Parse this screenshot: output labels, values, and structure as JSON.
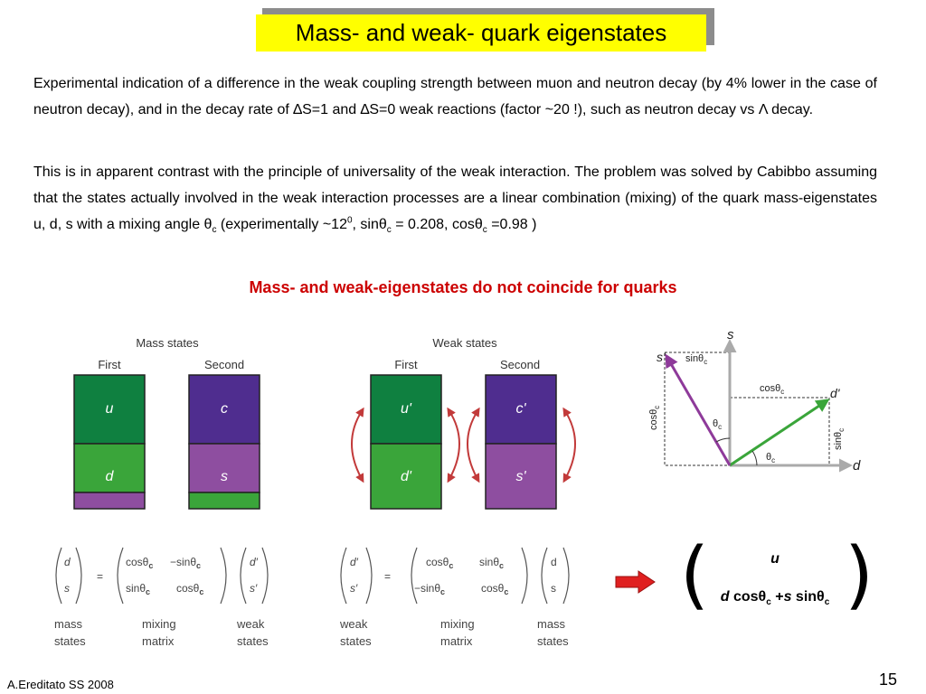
{
  "slide": {
    "title": "Mass- and weak- quark eigenstates",
    "paragraph1": {
      "text_a": "Experimental indication of a difference in the weak coupling strength between muon and neutron decay (by 4% lower in the case of neutron decay), and in the decay rate of ",
      "delta1": "∆S=1",
      "and": " and ",
      "delta0": "∆S=0",
      "text_b": " weak reactions (factor ~20 !), such as neutron decay vs ",
      "lambda": "Λ",
      "text_c": " decay."
    },
    "paragraph2": {
      "text_a": "This is in apparent contrast with the principle of universality of the weak interaction. The problem was solved by Cabibbo assuming that the states actually involved in the weak interaction processes are a linear combination (mixing) of the quark mass-eigenstates u, d, s with a mixing angle ",
      "theta": "θ",
      "sub_c": "c",
      "text_b": " (experimentally ~12",
      "sup0": "0",
      "text_c": ",  sin",
      "text_d": " = 0.208, cos",
      "text_e": " =0.98 )"
    },
    "highlight": "Mass- and weak-eigenstates do not coincide for quarks",
    "footer_author": "A.Ereditato SS 2008",
    "page_number": "15"
  },
  "mass_states": {
    "title": "Mass states",
    "first": "First",
    "second": "Second",
    "u": "u",
    "d": "d",
    "c": "c",
    "s": "s"
  },
  "weak_states": {
    "title": "Weak states",
    "first": "First",
    "second": "Second",
    "u": "u'",
    "d": "d'",
    "c": "c'",
    "s": "s'"
  },
  "rotation": {
    "axis_s": "s",
    "axis_d": "d",
    "s_prime": "s'",
    "d_prime": "d'",
    "sin_top": "sinθ",
    "cos_top": "cosθ",
    "cos_left": "cosθ",
    "sin_right": "sinθ",
    "theta1": "θ",
    "theta2": "θ",
    "sub": "c"
  },
  "matrix1": {
    "lhs_top": "d",
    "lhs_bottom": "s",
    "eq": "=",
    "m11": "cosθ",
    "m12": "−sinθ",
    "m21": "sinθ",
    "m22": "cosθ",
    "sub": "c",
    "rhs_top": "d′",
    "rhs_bottom": "s′",
    "label1": "mass",
    "label1b": "states",
    "label2": "mixing",
    "label2b": "matrix",
    "label3": "weak",
    "label3b": "states"
  },
  "matrix2": {
    "lhs_top": "d′",
    "lhs_bottom": "s′",
    "eq": "=",
    "m11": "cosθ",
    "m12": "sinθ",
    "m21": "−sinθ",
    "m22": "cosθ",
    "sub": "c",
    "rhs_top": "d",
    "rhs_bottom": "s",
    "label1": "weak",
    "label1b": "states",
    "label2": "mixing",
    "label2b": "matrix",
    "label3": "mass",
    "label3b": "states"
  },
  "formula": {
    "top": "u",
    "d": "d",
    "cos": " cosθ",
    "sub": "c",
    "plus": " +",
    "s": "s",
    "sin": " sinθ"
  },
  "colors": {
    "title_bg": "#ffff00",
    "highlight": "#cc0000",
    "dark_green": "#0f8040",
    "light_green": "#3aa53a",
    "dark_purple": "#4f2d8f",
    "light_purple": "#8e4ea0",
    "arrow_red": "#e02020"
  }
}
